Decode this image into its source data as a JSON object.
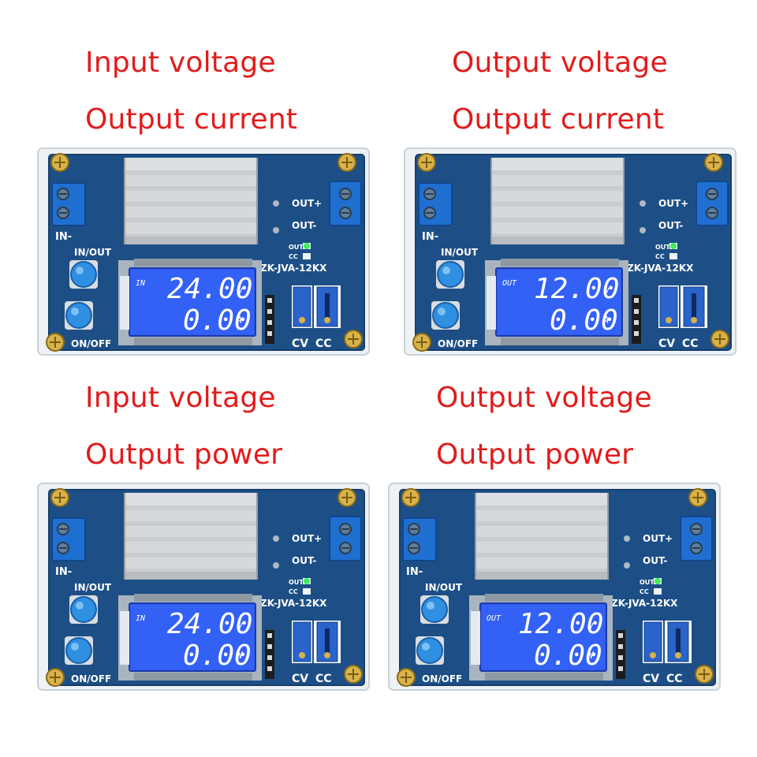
{
  "panels": [
    {
      "line1": "Input voltage",
      "line2": "Output current",
      "lcd_mode": "IN",
      "lcd_top": "24.00",
      "lcd_top_unit": "V",
      "lcd_bottom": "0.00",
      "lcd_bottom_unit": "A"
    },
    {
      "line1": "Output voltage",
      "line2": "Output current",
      "lcd_mode": "OUT",
      "lcd_top": "12.00",
      "lcd_top_unit": "V",
      "lcd_bottom": "0.00",
      "lcd_bottom_unit": "A"
    },
    {
      "line1": "Input voltage",
      "line2": "Output power",
      "lcd_mode": "IN",
      "lcd_top": "24.00",
      "lcd_top_unit": "V",
      "lcd_bottom": "0.00",
      "lcd_bottom_unit": "W"
    },
    {
      "line1": "Output voltage",
      "line2": "Output power",
      "lcd_mode": "OUT",
      "lcd_top": "12.00",
      "lcd_top_unit": "V",
      "lcd_bottom": "0.00",
      "lcd_bottom_unit": "W"
    }
  ],
  "board": {
    "in_minus": "IN-",
    "in_out_button": "IN/OUT",
    "on_off_button": "ON/OFF",
    "out_plus": "OUT+",
    "out_minus": "OUT-",
    "led_out": "OUT",
    "led_cc": "CC",
    "model": "ZK-JVA-12KX",
    "cv": "CV",
    "cc": "CC"
  },
  "colors": {
    "caption": "#e31b1b",
    "pcb": "#1d4f86",
    "lcd": "#2f5cf0",
    "terminal": "#1e6fd0",
    "button": "#2f8fe0"
  }
}
